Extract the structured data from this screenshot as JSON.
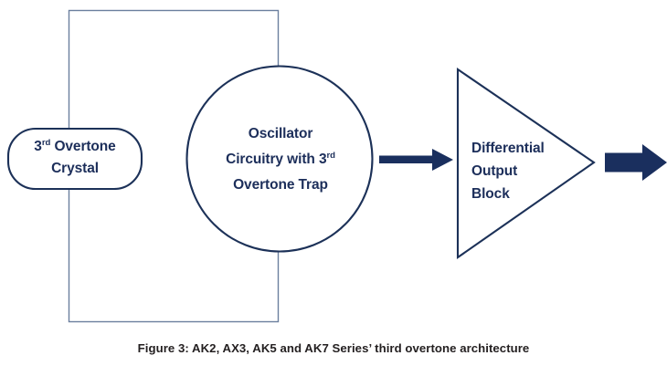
{
  "figure": {
    "caption": "Figure 3: AK2, AX3, AK5 and AK7 Series’ third overtone architecture",
    "background_color": "#ffffff",
    "accent_color": "#1a2f5e",
    "line_color": "#1c3158",
    "enclosure_line_color": "#6b7f9e",
    "text_color": "#1c2e5a",
    "caption_color": "#231f20"
  },
  "blocks": {
    "crystal": {
      "line1_prefix": "3",
      "line1_sup": "rd",
      "line1_suffix": " Overtone",
      "line2": "Crystal",
      "shape": "rounded-rectangle"
    },
    "oscillator": {
      "line1": "Oscillator",
      "line2_prefix": "Circuitry with 3",
      "line2_sup": "rd",
      "line3": "Overtone Trap",
      "shape": "circle"
    },
    "output_block": {
      "line1": "Differential",
      "line2": "Output",
      "line3": "Block",
      "shape": "triangle"
    }
  },
  "connectors": {
    "feedback_loop": "enclosure-rectangle",
    "oscillator_to_output": "arrow-right",
    "output_to_external": "block-arrow-right"
  }
}
